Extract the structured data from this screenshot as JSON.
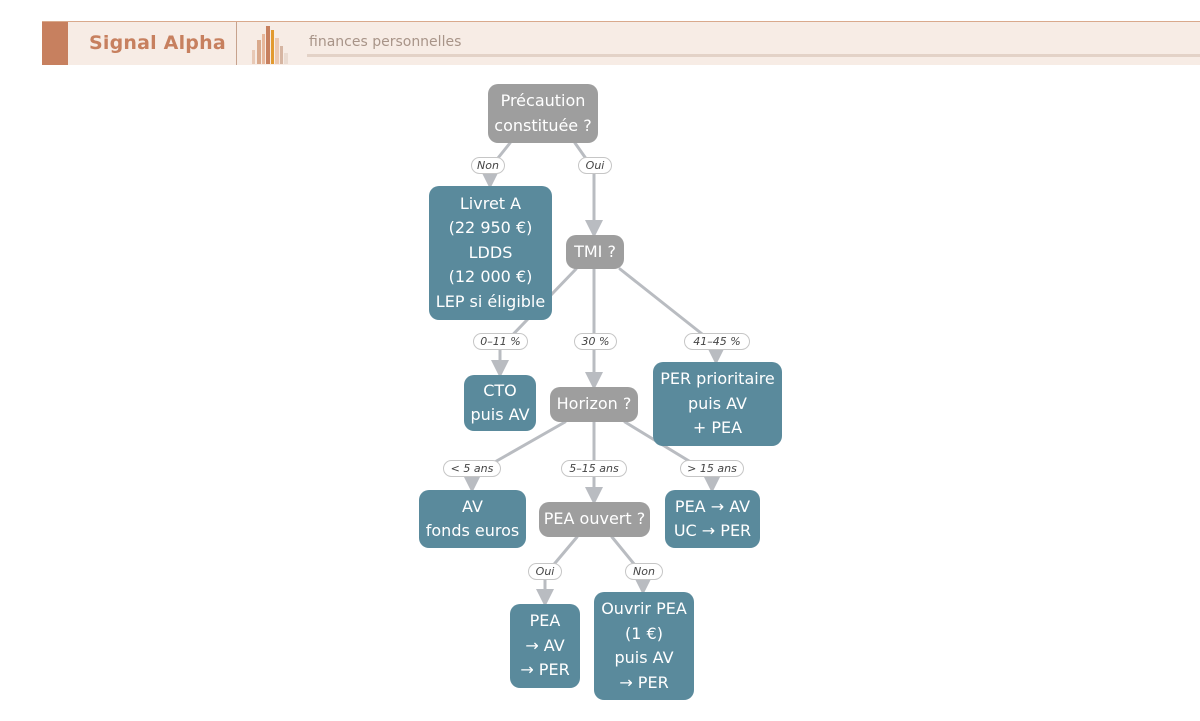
{
  "header": {
    "brand": "Signal Alpha",
    "tagline": "finances personnelles",
    "logo_icon": "bar-chart-logo-icon"
  },
  "colors": {
    "brand": "#c7805f",
    "header_bg": "#f7ece5",
    "action_node": "#5a8a9c",
    "decision_node": "#9e9e9e",
    "edge": "#b9bcc1"
  },
  "diagram": {
    "type": "decision-flowchart",
    "nodes": [
      {
        "id": "precaution",
        "kind": "decision",
        "text": "Précaution\nconstituée ?"
      },
      {
        "id": "livret",
        "kind": "action",
        "text": "Livret A\n(22 950 €)\nLDDS\n(12 000 €)\nLEP si éligible"
      },
      {
        "id": "tmi",
        "kind": "decision",
        "text": "TMI ?"
      },
      {
        "id": "cto",
        "kind": "action",
        "text": "CTO\npuis AV"
      },
      {
        "id": "horizon",
        "kind": "decision",
        "text": "Horizon ?"
      },
      {
        "id": "per_prio",
        "kind": "action",
        "text": "PER prioritaire\npuis AV\n+ PEA"
      },
      {
        "id": "av_fonds",
        "kind": "action",
        "text": "AV\nfonds euros"
      },
      {
        "id": "pea_ouvert",
        "kind": "decision",
        "text": "PEA ouvert ?"
      },
      {
        "id": "pea_av_uc",
        "kind": "action",
        "text": "PEA → AV\nUC → PER"
      },
      {
        "id": "pea_av_per",
        "kind": "action",
        "text": "PEA\n→ AV\n→ PER"
      },
      {
        "id": "ouvrir_pea",
        "kind": "action",
        "text": "Ouvrir PEA\n(1 €)\npuis AV\n→ PER"
      }
    ],
    "edges": [
      {
        "from": "precaution",
        "to": "livret",
        "label": "Non"
      },
      {
        "from": "precaution",
        "to": "tmi",
        "label": "Oui"
      },
      {
        "from": "tmi",
        "to": "cto",
        "label": "0–11 %"
      },
      {
        "from": "tmi",
        "to": "horizon",
        "label": "30 %"
      },
      {
        "from": "tmi",
        "to": "per_prio",
        "label": "41–45 %"
      },
      {
        "from": "horizon",
        "to": "av_fonds",
        "label": "< 5 ans"
      },
      {
        "from": "horizon",
        "to": "pea_ouvert",
        "label": "5–15 ans"
      },
      {
        "from": "horizon",
        "to": "pea_av_uc",
        "label": "> 15 ans"
      },
      {
        "from": "pea_ouvert",
        "to": "pea_av_per",
        "label": "Oui"
      },
      {
        "from": "pea_ouvert",
        "to": "ouvrir_pea",
        "label": "Non"
      }
    ]
  }
}
